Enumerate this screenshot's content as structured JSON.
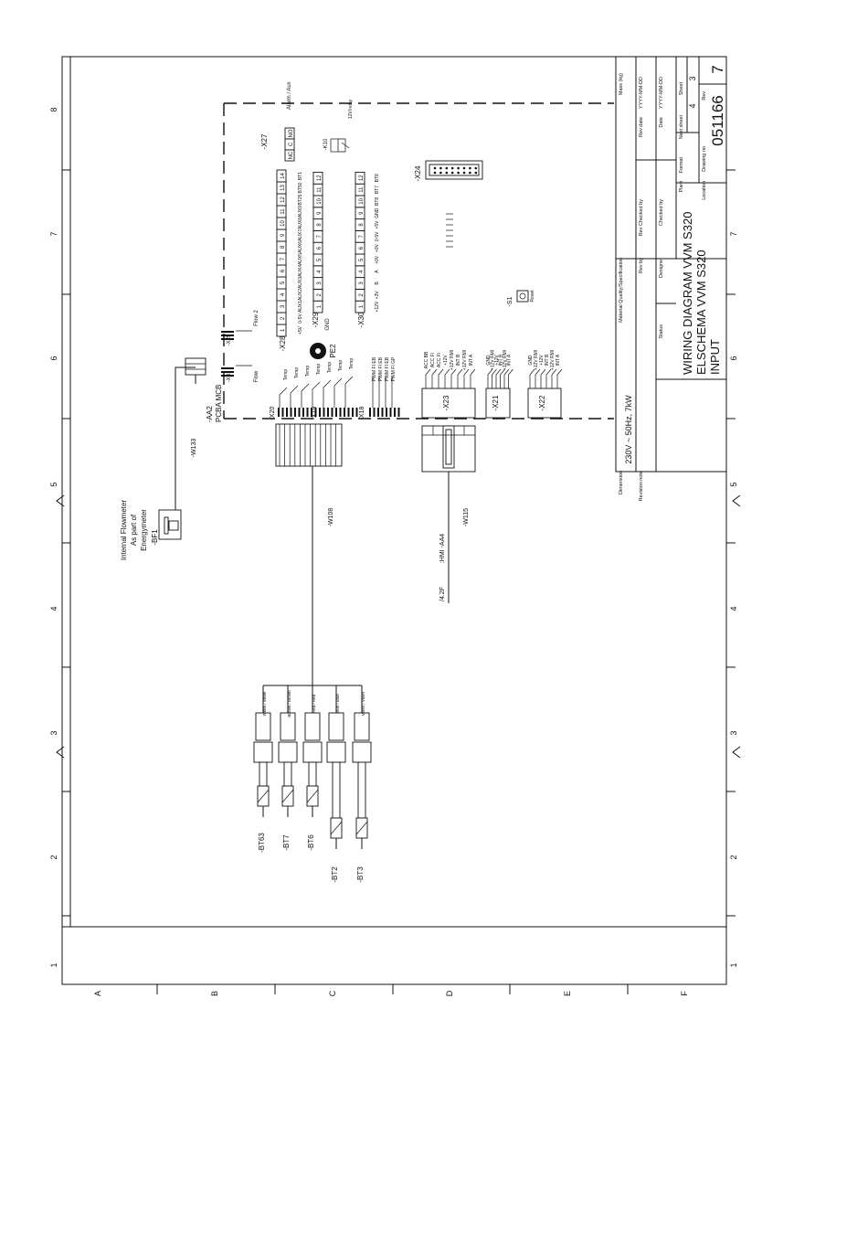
{
  "frame": {
    "row_numbers_left": [
      "8",
      "7",
      "6",
      "5",
      "4",
      "3",
      "2",
      "1"
    ],
    "row_numbers_right": [
      "7",
      "6",
      "5",
      "4",
      "3",
      "2",
      "1"
    ],
    "column_letters": [
      "A",
      "B",
      "C",
      "D",
      "E",
      "F"
    ]
  },
  "title_block": {
    "title_line1": "WIRING DIAGRAM VVM S320",
    "title_line2": "ELSCHEMA VVM S320",
    "title_line3": "INPUT",
    "drawing_no_label": "Drawing no",
    "drawing_no": "051166",
    "rev_label": "Rev",
    "rev": "7",
    "location_label": "Location",
    "plant_label": "Plant",
    "format_label": "Format",
    "next_sheet_label": "Next sheet",
    "next_sheet": "4",
    "sheet_label": "Sheet",
    "sheet": "3",
    "date_label": "Date",
    "date_value": "YYYY-MM-DD",
    "rev_date_label": "Rev date",
    "rev_date_value": "YYYY-MM-DD",
    "checked_by_label": "Checked by",
    "rev_checked_by_label": "Rev Checked by",
    "rev_by_label": "Rev by",
    "designer_label": "Designer",
    "status_label": "Status",
    "material_label": "Material Quality/Specification",
    "mass_label": "Mass (kg)",
    "dimension_label": "Dimension",
    "dimension_value": "230V ~ 50Hz, 7kW",
    "revision_note_label": "Revision note"
  },
  "board": {
    "ref": "-AA2",
    "name": "PCBA MCB",
    "pe": "PE2",
    "s1": "-S1",
    "s1_text": "Reset",
    "x24": "-X24",
    "x28": "-X28",
    "x29": "-X29",
    "x30": "-X30",
    "x27": "-X27",
    "x20": "-X20",
    "x19": "-X19",
    "x18": "-X18",
    "x23": "-X23",
    "x21": "-X21",
    "x22": "-X22",
    "x31": "-X31",
    "x25": "-X25",
    "gnd": "GND",
    "flow": "Flow",
    "flow2": "Flow 2",
    "alarm": "Alarm / Aux",
    "k10": "-K10",
    "k10_text": "12V/relay"
  },
  "x27_pins": [
    "NO",
    "C",
    "NC"
  ],
  "x28_pins": [
    "1",
    "2",
    "3",
    "4",
    "5",
    "6",
    "7",
    "8",
    "9",
    "10",
    "11",
    "12",
    "13",
    "14"
  ],
  "x28_signals": [
    "+5V",
    "0-5V",
    "AUX1",
    "AUX2",
    "AUX3",
    "AUX4",
    "AUX5",
    "AUX6",
    "AUX7",
    "AUX8",
    "AUX9",
    "BT25",
    "BT50",
    "BT1"
  ],
  "x29_pins": [
    "1",
    "2",
    "3",
    "4",
    "5",
    "6",
    "7",
    "8",
    "9",
    "10",
    "11",
    "12"
  ],
  "x30_pins": [
    "1",
    "2",
    "3",
    "4",
    "5",
    "6",
    "7",
    "8",
    "9",
    "10",
    "11",
    "12"
  ],
  "x30_signals": [
    "+12V",
    "+3V",
    "B",
    "A",
    "+0V",
    "+0V",
    "0-5V",
    "+5V",
    "GND",
    "BT8",
    "BT7",
    "BT8"
  ],
  "x23_signals": [
    "ACC BB",
    "ACC Fi",
    "ACC Fi",
    "+12V",
    "+12V RMI",
    "INT B",
    "+12V RMI",
    "INT A"
  ],
  "x21_signals": [
    "GND",
    "+12V RMI",
    "+12V",
    "INT B",
    "+12V RMI",
    "INT A"
  ],
  "x22_signals": [
    "GND",
    "+12V RMI",
    "+12V",
    "INT B",
    "+12V RMI",
    "INT A"
  ],
  "pump_labels": [
    "PWM FI EB",
    "PWM FI EB",
    "PWM FI EB",
    "PWM FI GP"
  ],
  "temp_labels": [
    "Temp",
    "Temp",
    "Temp",
    "Temp",
    "Temp",
    "Temp",
    "Temp"
  ],
  "sensors": [
    {
      "name": "-BT63",
      "wire": "White / White"
    },
    {
      "name": "-BT7",
      "wire": "Brown / Brown"
    },
    {
      "name": "-BT6",
      "wire": "Red / Red"
    },
    {
      "name": "-BT2",
      "wire": "Blue / Blue"
    },
    {
      "name": "-BT3",
      "wire": "Violet / Violet"
    }
  ],
  "cables": {
    "w133": "-W133",
    "w108": "-W108",
    "w115": "-W115",
    "hmi": ":HMI -AA4",
    "hmi_ref": "/4.2F"
  },
  "flowmeter": {
    "name": "-BF1",
    "line1": "Internal Flowmeter",
    "line2": "As part of",
    "line3": "Energymeter"
  }
}
